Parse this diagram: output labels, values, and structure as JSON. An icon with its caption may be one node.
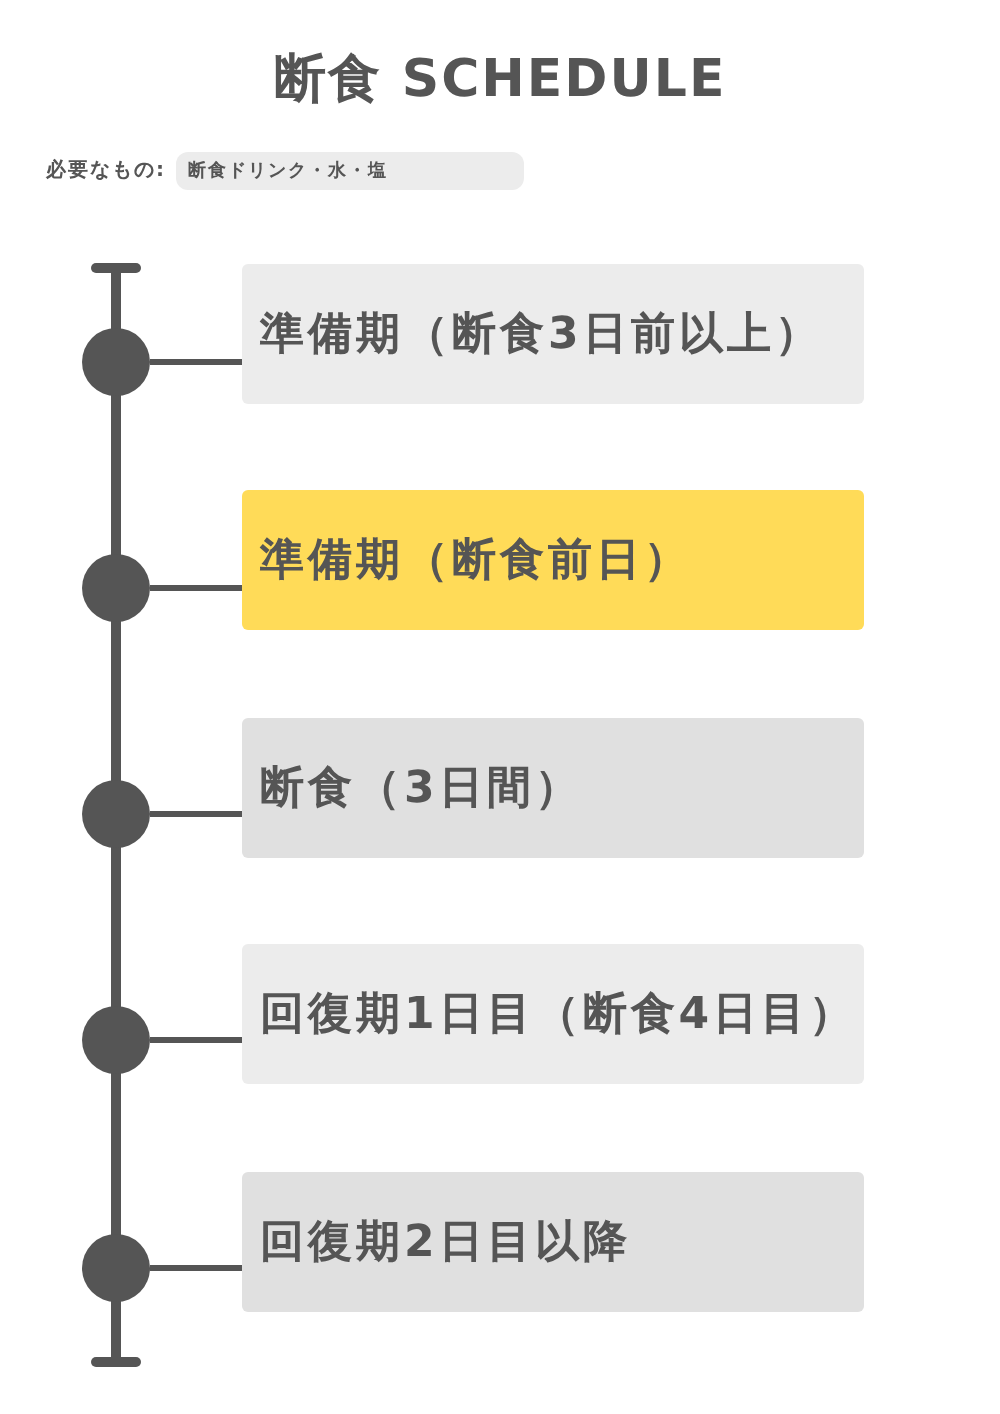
{
  "diagram": {
    "title": "断食 SCHEDULE",
    "nodes": [
      {
        "text": [
          "断食ドリンク・水・塩"
        ],
        "beside": [
          "必要なもの:"
        ]
      },
      {
        "text": [],
        "shape": "circle"
      },
      {
        "text": [
          "準備期（断食3日前以上）"
        ]
      },
      {
        "text": [],
        "shape": "circle"
      },
      {
        "text": [
          "準備期（断食前日）"
        ]
      },
      {
        "text": [],
        "shape": "circle"
      },
      {
        "text": [
          "断食（3日間）"
        ]
      },
      {
        "text": [],
        "shape": "circle"
      },
      {
        "text": [
          "回復期1日目（断食4日目）"
        ]
      },
      {
        "text": [],
        "shape": "circle"
      },
      {
        "text": [
          "回復期2日目以降"
        ]
      }
    ],
    "edges": [
      {
        "from": 1,
        "to": 2,
        "arrow": "none"
      },
      {
        "from": 3,
        "to": 4,
        "arrow": "none"
      },
      {
        "from": 5,
        "to": 6,
        "arrow": "none"
      },
      {
        "from": 7,
        "to": 8,
        "arrow": "none"
      },
      {
        "from": 9,
        "to": 10,
        "arrow": "none"
      }
    ]
  }
}
